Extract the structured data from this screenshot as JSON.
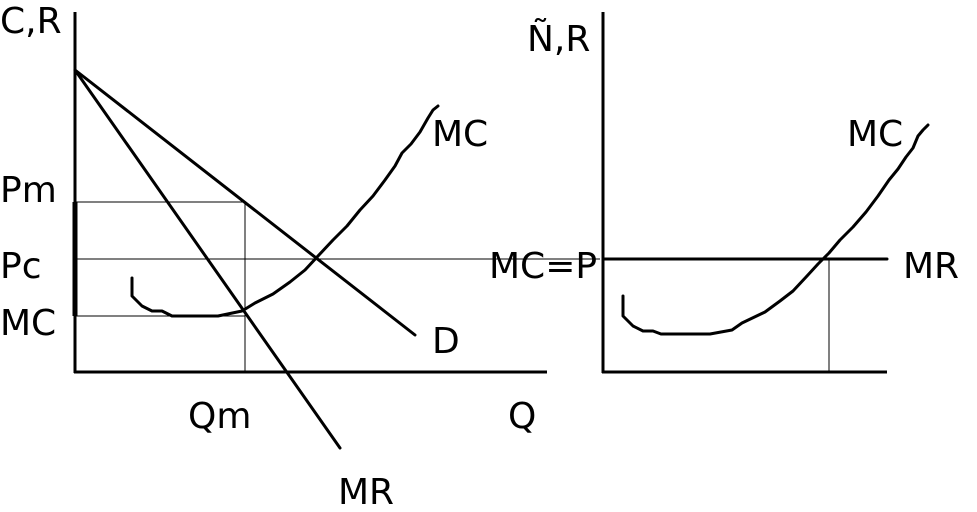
{
  "left_diagram": {
    "y_axis_label": "C,R",
    "x_axis_label": "Q",
    "price_monopoly_label": "Pm",
    "price_competitive_label": "Pc",
    "mc_level_label": "MC",
    "quantity_monopoly_label": "Qm",
    "mc_curve_label": "MC",
    "demand_curve_label": "D",
    "mr_curve_label": "MR"
  },
  "right_diagram": {
    "y_axis_label": "Ñ,R",
    "price_label": "MC=P",
    "mc_curve_label": "MC",
    "mr_curve_label": "MR"
  }
}
